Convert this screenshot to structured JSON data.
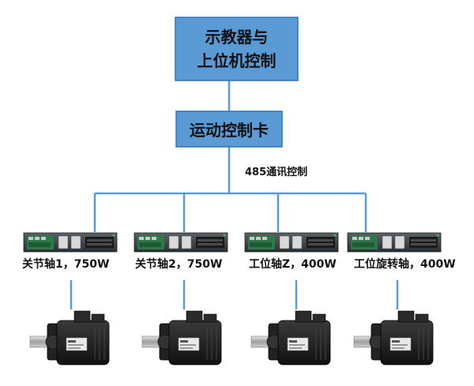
{
  "colors": {
    "box_fill": "#5b9bd5",
    "box_border": "#2e75b6",
    "line": "#5b9bd5",
    "driver_body": "#2a2f33",
    "driver_pcb": "#2c7a4a",
    "motor_body": "#1b1b1b",
    "shaft": "#b8b8b8"
  },
  "top_box": {
    "line1": "示教器与",
    "line2": "上位机控制"
  },
  "mid_box": {
    "label": "运动控制卡"
  },
  "bus": {
    "label": "485通讯控制"
  },
  "axes": [
    {
      "label": "关节轴1，750W"
    },
    {
      "label": "关节轴2，750W"
    },
    {
      "label": "工位轴Z，400W"
    },
    {
      "label": "工位旋转轴，400W"
    }
  ]
}
